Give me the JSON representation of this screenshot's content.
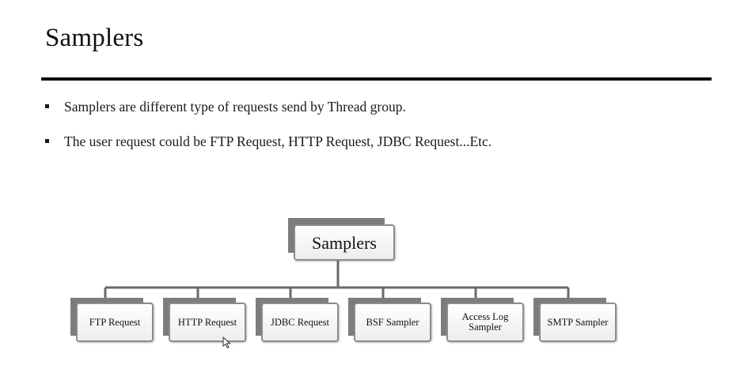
{
  "slide": {
    "title": "Samplers"
  },
  "bullets": [
    "Samplers are different type of  requests send by Thread group.",
    "The user request could be FTP Request, HTTP Request, JDBC Request...Etc."
  ],
  "diagram": {
    "root": "Samplers",
    "children": [
      "FTP Request",
      "HTTP Request",
      "JDBC Request",
      "BSF Sampler",
      "Access Log Sampler",
      "SMTP Sampler"
    ]
  },
  "colors": {
    "rule": "#0b0b0b",
    "connector": "#6a6a6a",
    "node_back": "#7d7d7d",
    "node_border": "#8c8c8c"
  },
  "icons": {
    "cursor": "mouse-pointer-icon"
  }
}
